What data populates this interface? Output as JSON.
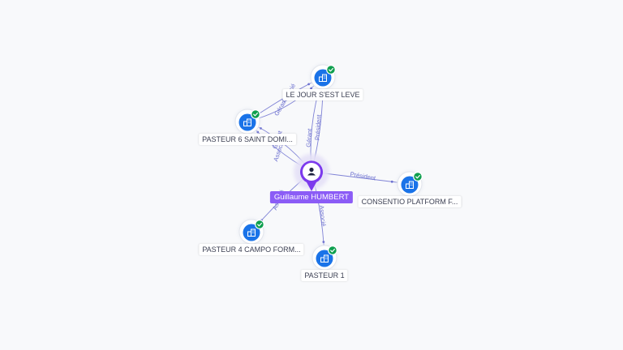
{
  "colors": {
    "edge": "#6b6fcf",
    "company_icon": "#1a73e8",
    "check_badge": "#0e9f4e",
    "person_pin": "#7c3aed",
    "person_label_bg": "#8b5cf6"
  },
  "center": {
    "name": "Guillaume HUMBERT",
    "icon": "person-icon"
  },
  "companies": [
    {
      "id": "jour",
      "name": "LE JOUR S'EST LEVE",
      "icon": "building-icon",
      "badge": "check-icon"
    },
    {
      "id": "saint",
      "name": "PASTEUR 6 SAINT DOMI...",
      "icon": "building-icon",
      "badge": "check-icon"
    },
    {
      "id": "consentio",
      "name": "CONSENTIO PLATFORM F...",
      "icon": "building-icon",
      "badge": "check-icon"
    },
    {
      "id": "campo",
      "name": "PASTEUR 4 CAMPO FORM...",
      "icon": "building-icon",
      "badge": "check-icon"
    },
    {
      "id": "p1",
      "name": "PASTEUR 1",
      "icon": "building-icon",
      "badge": "check-icon"
    }
  ],
  "edges": [
    {
      "from": "center",
      "to": "jour",
      "label": "Président"
    },
    {
      "from": "center",
      "to": "jour",
      "label": "Gérant"
    },
    {
      "from": "center",
      "to": "saint",
      "label": "Gérant"
    },
    {
      "from": "center",
      "to": "saint",
      "label": "Associé"
    },
    {
      "from": "saint",
      "to": "jour",
      "label": "Gérant"
    },
    {
      "from": "saint",
      "to": "jour",
      "label": "Associé"
    },
    {
      "from": "center",
      "to": "consentio",
      "label": "Président"
    },
    {
      "from": "center",
      "to": "campo",
      "label": "Associé"
    },
    {
      "from": "center",
      "to": "p1",
      "label": "Associé"
    }
  ]
}
